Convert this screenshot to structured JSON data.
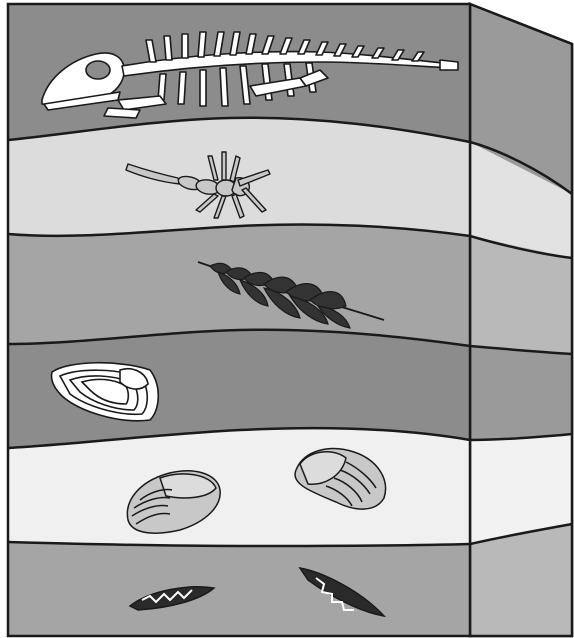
{
  "diagram": {
    "type": "rock-strata-block",
    "layers": [
      {
        "id": "layer-1",
        "fossil": "marine-reptile-skeleton",
        "color": "#8c8c8c"
      },
      {
        "id": "layer-2",
        "fossil": "sea-scorpion",
        "color": "#dcdcdc"
      },
      {
        "id": "layer-3",
        "fossil": "fern-frond",
        "color": "#a5a5a5"
      },
      {
        "id": "layer-4",
        "fossil": "clam-shell",
        "color": "#8c8c8c"
      },
      {
        "id": "layer-5",
        "fossil": "trilobites",
        "color": "#f0f0f0"
      },
      {
        "id": "layer-6",
        "fossil": "seed-pods",
        "color": "#a5a5a5"
      }
    ],
    "side_face_color": "#b4b4b4",
    "outline_color": "#1a1a1a"
  }
}
